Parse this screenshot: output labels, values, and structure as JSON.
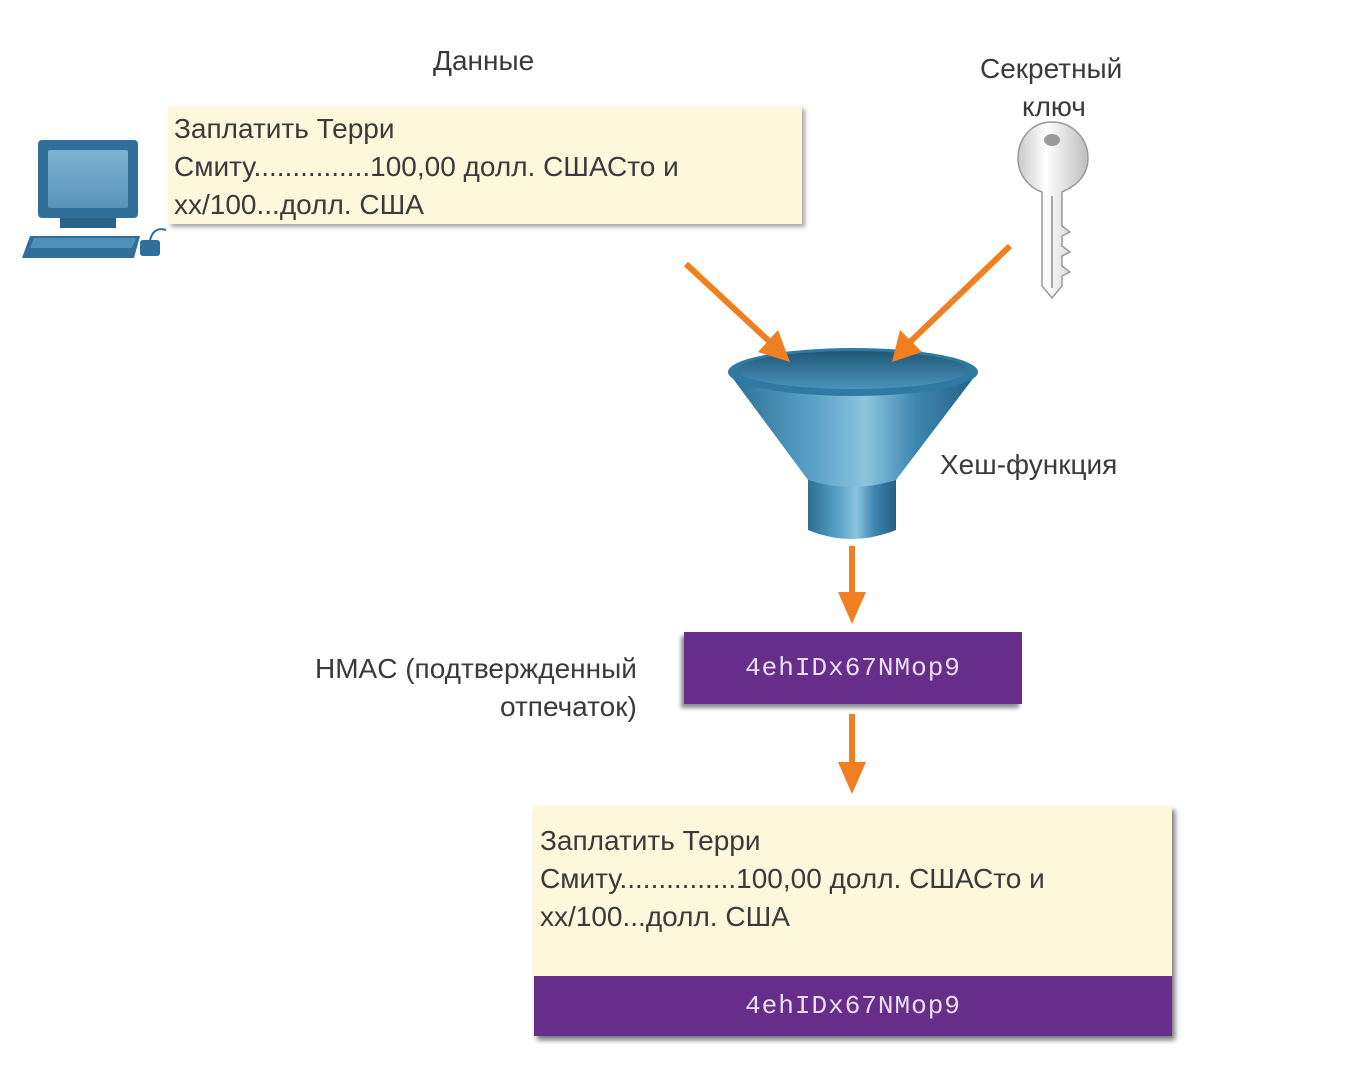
{
  "labels": {
    "data": "Данные",
    "secret_key_line1": "Секретный",
    "secret_key_line2": "ключ",
    "hash_function": "Хеш-функция",
    "hmac_line1": "HMAC (подтвержденный",
    "hmac_line2": "отпечаток)"
  },
  "message": {
    "line1": "Заплатить Терри",
    "line2": "Смиту...............100,00 долл. СШАСто и",
    "line3": "xx/100...долл. США"
  },
  "hmac_value": "4ehIDx67NMop9",
  "output": {
    "line1": "Заплатить Терри",
    "line2": "Смиту...............100,00 долл. СШАСто и",
    "line3": "xx/100...долл. США",
    "hmac_value": "4ehIDx67NMop9"
  },
  "colors": {
    "arrow": "#f07f22",
    "funnel": "#3a85ad",
    "hmac_box": "#662d8a",
    "message_box": "#fdf7dc",
    "computer": "#2f6f9a"
  },
  "icons": [
    "computer-icon",
    "key-icon",
    "funnel-icon"
  ]
}
